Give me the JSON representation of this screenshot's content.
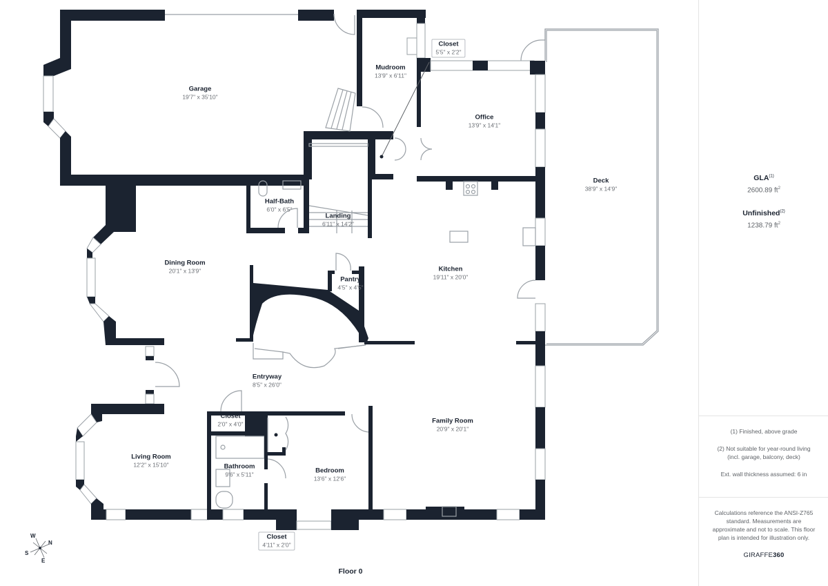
{
  "floor": {
    "label": "Floor 0"
  },
  "compass": {
    "n": "N",
    "s": "S",
    "e": "E",
    "w": "W"
  },
  "rooms": {
    "garage": {
      "name": "Garage",
      "dim": "19'7\" x 35'10\""
    },
    "mudroom": {
      "name": "Mudroom",
      "dim": "13'9\" x 6'11\""
    },
    "closet_mud": {
      "name": "Closet",
      "dim": "5'5\" x 2'2\""
    },
    "office": {
      "name": "Office",
      "dim": "13'9\" x 14'1\""
    },
    "deck": {
      "name": "Deck",
      "dim": "38'9\" x 14'9\""
    },
    "half_bath": {
      "name": "Half-Bath",
      "dim": "6'0\" x 6'5\""
    },
    "landing": {
      "name": "Landing",
      "dim": "6'11\" x 14'2\""
    },
    "dining": {
      "name": "Dining Room",
      "dim": "20'1\" x 13'9\""
    },
    "kitchen": {
      "name": "Kitchen",
      "dim": "19'11\" x 20'0\""
    },
    "pantry": {
      "name": "Pantry",
      "dim": "4'5\" x 4'5\""
    },
    "entryway": {
      "name": "Entryway",
      "dim": "8'5\" x 26'0\""
    },
    "family": {
      "name": "Family Room",
      "dim": "20'9\" x 20'1\""
    },
    "closet_entry": {
      "name": "Closet",
      "dim": "2'0\" x 4'0\""
    },
    "living": {
      "name": "Living Room",
      "dim": "12'2\" x 15'10\""
    },
    "bathroom": {
      "name": "Bathroom",
      "dim": "9'6\" x 5'11\""
    },
    "bedroom": {
      "name": "Bedroom",
      "dim": "13'6\" x 12'6\""
    },
    "closet_bed": {
      "name": "Closet",
      "dim": "4'11\" x 2'0\""
    }
  },
  "summary": {
    "gla": {
      "label": "GLA",
      "ref": "(1)",
      "value": "2600.89 ft",
      "unit_sup": "2"
    },
    "unfinished": {
      "label": "Unfinished",
      "ref": "(2)",
      "value": "1238.79 ft",
      "unit_sup": "2"
    }
  },
  "notes": {
    "n1": "(1) Finished, above grade",
    "n2": "(2) Not suitable for year-round living (incl. garage, balcony, deck)",
    "n3": "Ext. wall thickness assumed: 6 in"
  },
  "disclaimer": "Calculations reference the ANSI-Z765 standard. Measurements are approximate and not to scale. This floor plan is intended for illustration only.",
  "brand": {
    "prefix": "GIRAFFE",
    "suffix": "360"
  },
  "colors": {
    "wall": "#1b2330",
    "text_secondary": "#6b6f75"
  }
}
